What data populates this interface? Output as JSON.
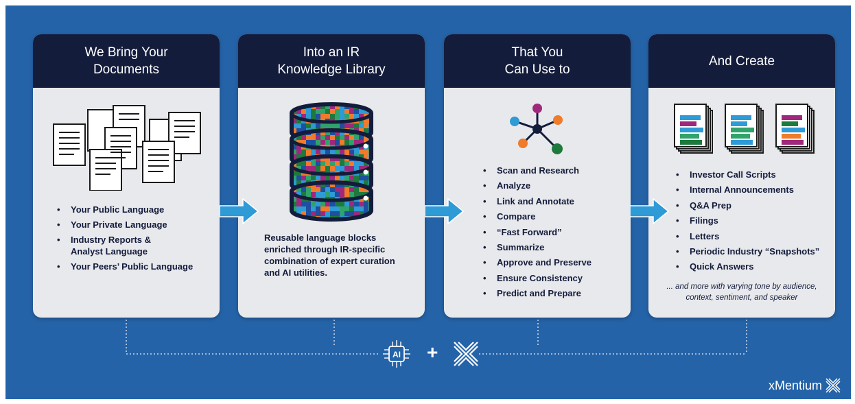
{
  "cards": [
    {
      "title_lines": [
        "We Bring Your",
        "Documents"
      ],
      "bullets": [
        "Your Public Language",
        "Your Private Language",
        "Industry Reports &\nAnalyst Language",
        "Your Peers’ Public Language"
      ]
    },
    {
      "title_lines": [
        "Into an IR",
        "Knowledge Library"
      ],
      "description": "Reusable language blocks enriched through IR-specific combination of expert curation and AI utilities."
    },
    {
      "title_lines": [
        "That You",
        "Can Use to"
      ],
      "bullets": [
        "Scan and Research",
        "Analyze",
        "Link and Annotate",
        "Compare",
        "“Fast Forward”",
        "Summarize",
        "Approve and Preserve",
        "Ensure Consistency",
        "Predict and Prepare"
      ]
    },
    {
      "title_lines": [
        "And Create"
      ],
      "bullets": [
        "Investor Call Scripts",
        "Internal Announcements",
        "Q&A Prep",
        "Filings",
        "Letters",
        "Periodic Industry “Snapshots”",
        "Quick Answers"
      ],
      "note": "... and more with varying tone by audience, context, sentiment, and speaker"
    }
  ],
  "footer": {
    "ai_chip_label": "AI",
    "plus_sign": "+"
  },
  "brand": {
    "name": "xMentium"
  },
  "colors": {
    "background": "#2563a8",
    "header": "#141c3c",
    "card": "#e8e9ec",
    "arrow": "#2e9ad6"
  }
}
